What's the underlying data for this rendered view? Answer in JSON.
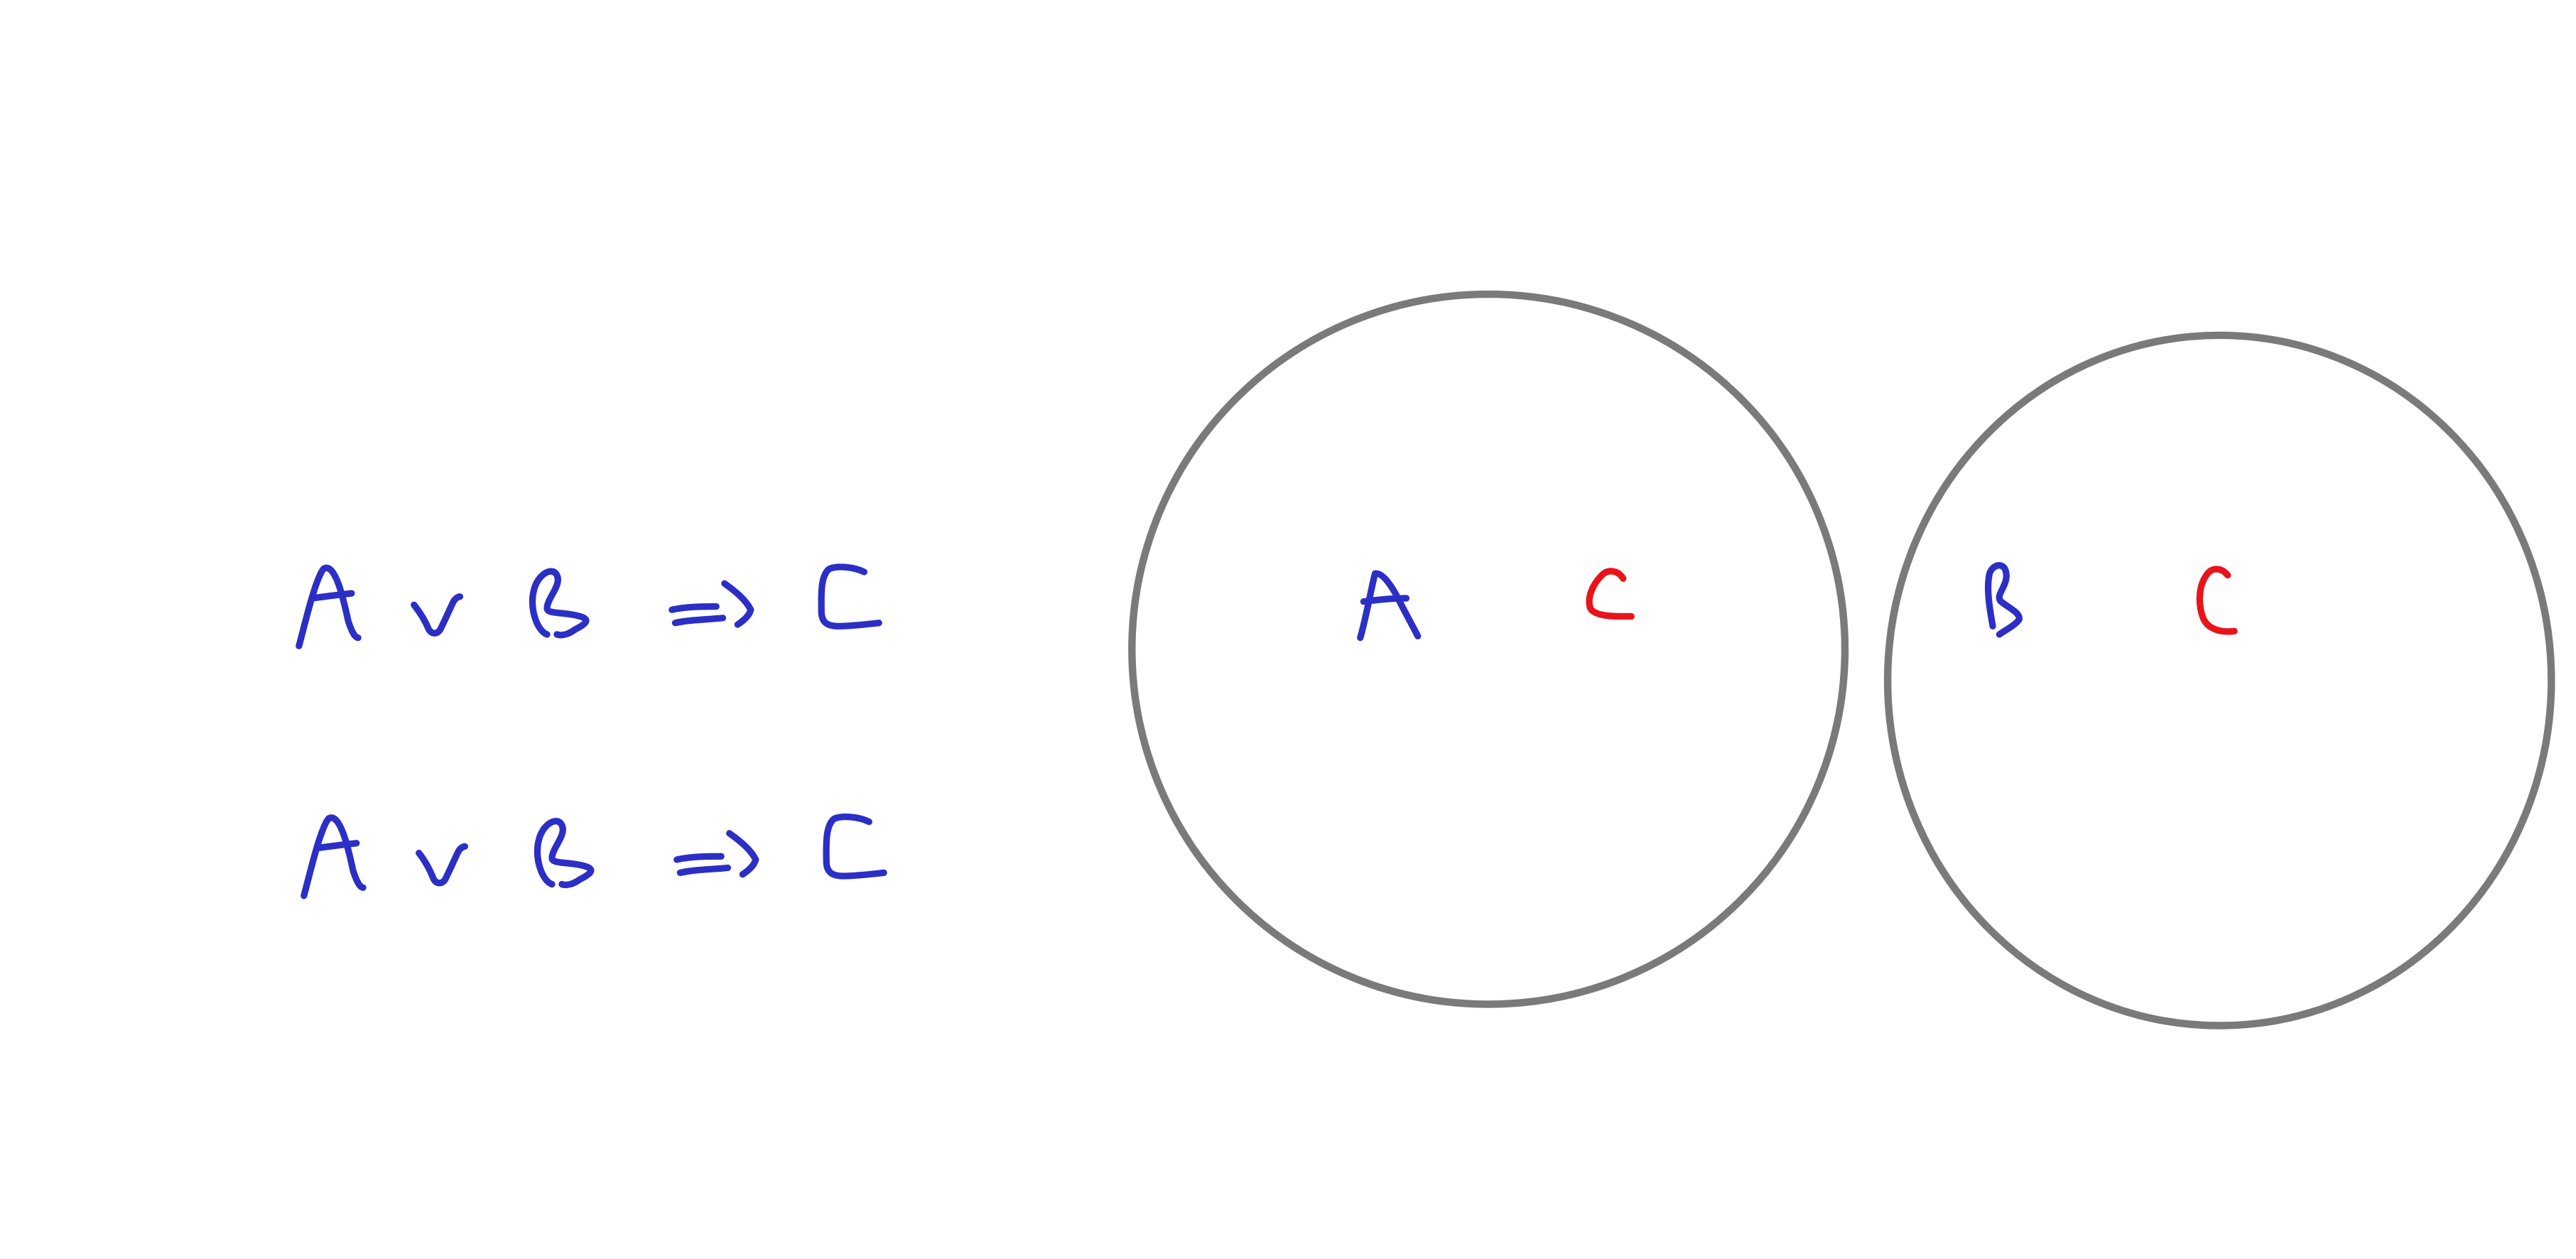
{
  "colors": {
    "background": "#ffffff",
    "ink_blue": "#2b2fc6",
    "ink_red": "#e8141a",
    "circle_gray": "#7a7a7a"
  },
  "formulas": [
    {
      "tokens": [
        "A",
        "∨",
        "B",
        "⇒",
        "C"
      ],
      "color": "#2b2fc6"
    },
    {
      "tokens": [
        "A",
        "∨",
        "B",
        "⇒",
        "C"
      ],
      "color": "#2b2fc6"
    }
  ],
  "circles": [
    {
      "contents": [
        {
          "text": "A",
          "color": "#2b2fc6"
        },
        {
          "text": "C",
          "color": "#e8141a"
        }
      ]
    },
    {
      "contents": [
        {
          "text": "B",
          "color": "#2b2fc6"
        },
        {
          "text": "C",
          "color": "#e8141a"
        }
      ]
    }
  ]
}
